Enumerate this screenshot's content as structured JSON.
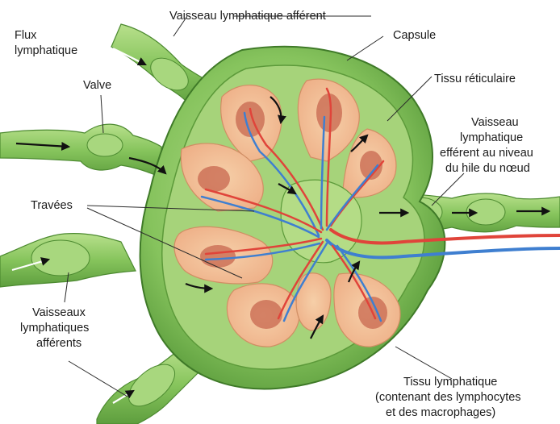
{
  "labels": {
    "afferent_top": "Vaisseau lymphatique afférent",
    "flux_line1": "Flux",
    "flux_line2": "lymphatique",
    "capsule": "Capsule",
    "valve": "Valve",
    "tissu_reticulaire": "Tissu réticulaire",
    "efferent_line1": "Vaisseau",
    "efferent_line2": "lymphatique",
    "efferent_line3": "efférent au niveau",
    "efferent_line4": "du hile du nœud",
    "travees": "Travées",
    "afferents_line1": "Vaisseaux",
    "afferents_line2": "lymphatiques",
    "afferents_line3": "afférents",
    "tissu_lymph_line1": "Tissu lymphatique",
    "tissu_lymph_line2": "(contenant des lymphocytes",
    "tissu_lymph_line3": "et des macrophages)"
  },
  "colors": {
    "capsule_green": "#7fbf5a",
    "vessel_green": "#8fca63",
    "cortex_peach": "#f3c29a",
    "follicle_dark": "#c8674f",
    "artery_red": "#e0443a",
    "vein_blue": "#3f7fd0"
  }
}
